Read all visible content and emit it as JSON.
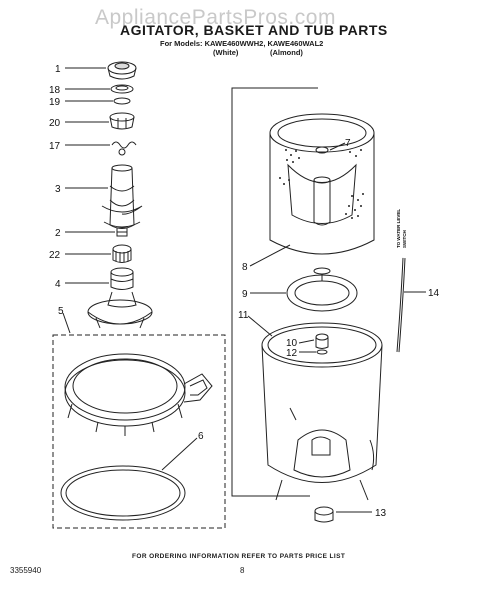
{
  "watermark": "AppliancePartsPros.com",
  "title": "AGITATOR, BASKET AND TUB PARTS",
  "models_line": "For Models: KAWE460WWH2, KAWE460WAL2",
  "finish": {
    "white": "(White)",
    "almond": "(Almond)"
  },
  "side_note": [
    "TO WATER LEVEL",
    "SWITCH"
  ],
  "callouts": {
    "c1": "1",
    "c18": "18",
    "c19": "19",
    "c20": "20",
    "c17": "17",
    "c3": "3",
    "c2": "2",
    "c22": "22",
    "c4": "4",
    "c5": "5",
    "c6": "6",
    "c7": "7",
    "c8": "8",
    "c9": "9",
    "c11": "11",
    "c10": "10",
    "c12": "12",
    "c14": "14",
    "c13": "13"
  },
  "footer": {
    "order_note": "FOR ORDERING INFORMATION REFER TO PARTS PRICE LIST",
    "doc_number": "3355940",
    "page_number": "8"
  }
}
